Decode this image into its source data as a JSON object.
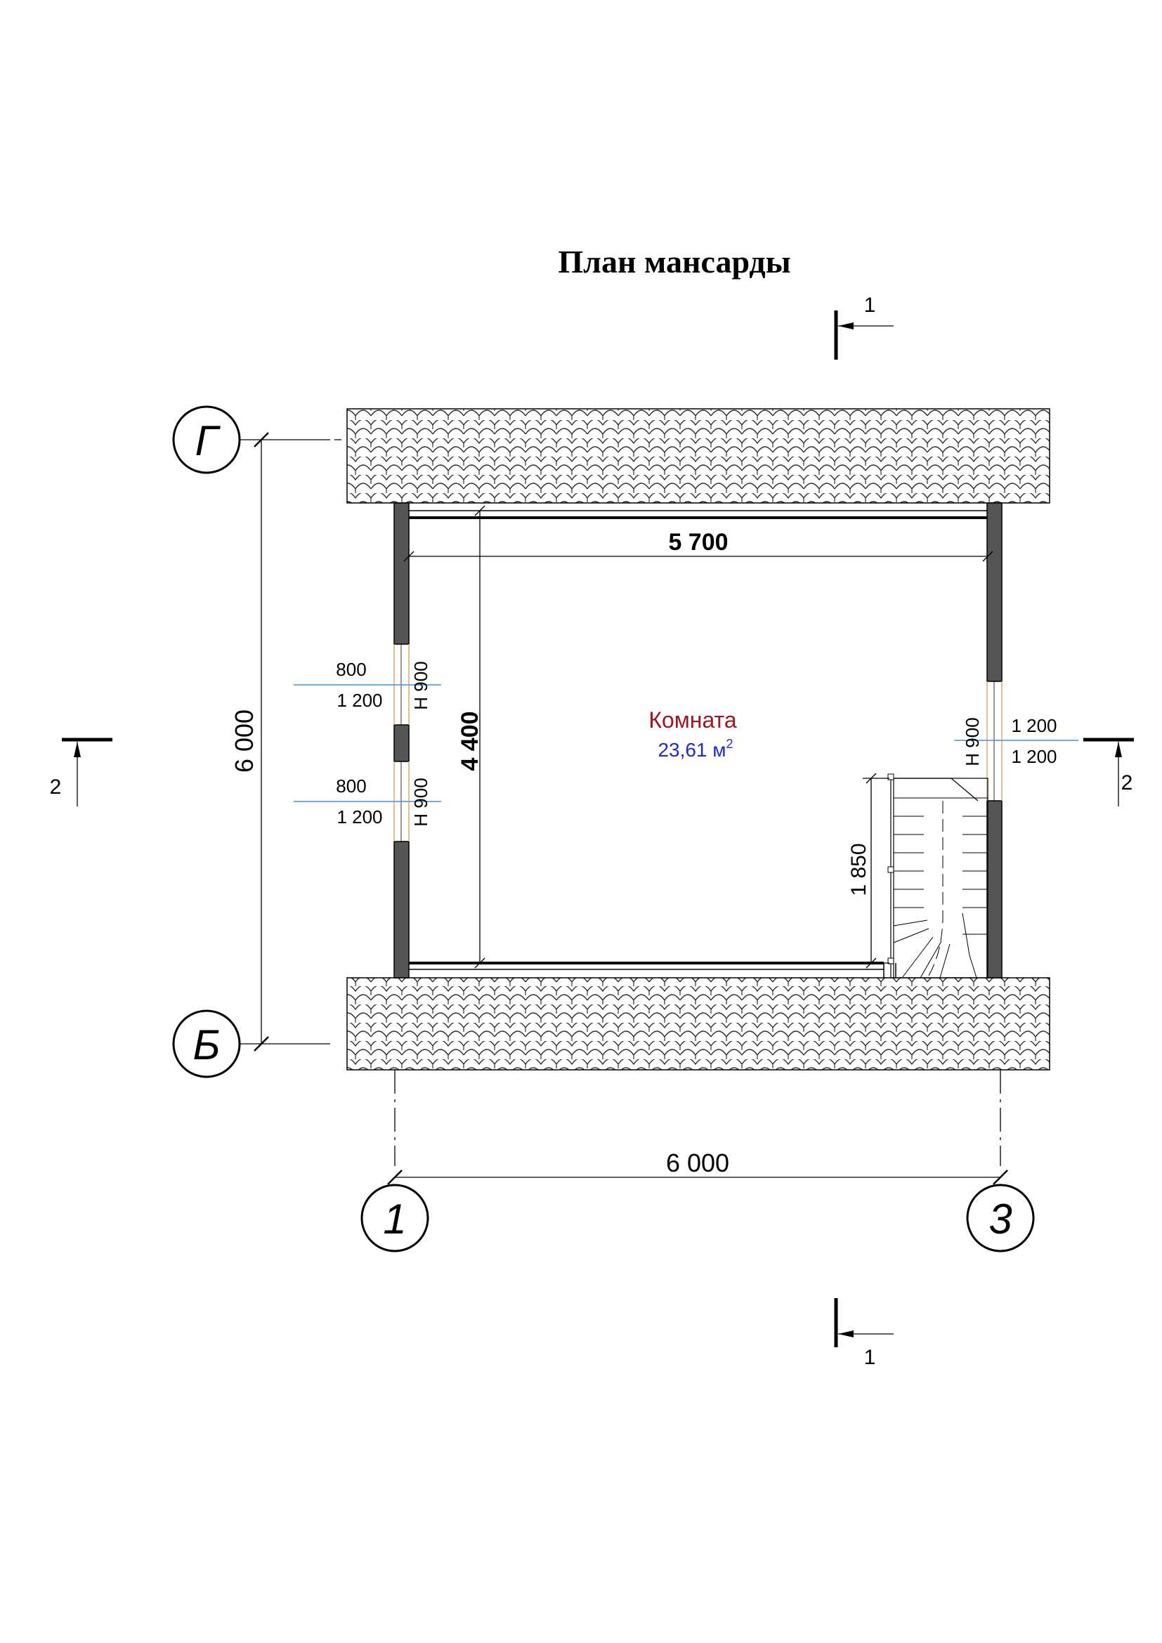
{
  "title": "План мансарды",
  "room": {
    "name": "Комната",
    "area_value": "23,61 м",
    "area_sup": "2",
    "name_color": "#a0151e",
    "area_color": "#1d2dcc"
  },
  "dimensions": {
    "top_inner": "5 700",
    "vertical_inner": "4 400",
    "overall_vertical": "6 000",
    "overall_horizontal": "6 000",
    "stair": "1 850"
  },
  "windows": {
    "left_upper": {
      "width": "800",
      "height": "1 200",
      "sill": "Н 900"
    },
    "left_lower": {
      "width": "800",
      "height": "1 200",
      "sill": "Н 900"
    },
    "right": {
      "width": "1 200",
      "height": "1 200",
      "sill": "Н 900"
    }
  },
  "axes": {
    "top": "Г",
    "bottom": "Б",
    "left": "1",
    "right": "3"
  },
  "sections": {
    "s1_top": "1",
    "s1_bottom": "1",
    "s2_left": "2",
    "s2_right": "2"
  },
  "colors": {
    "wall": "#555555",
    "window_line": "#4a90d9",
    "opening": "#d9a86c"
  }
}
